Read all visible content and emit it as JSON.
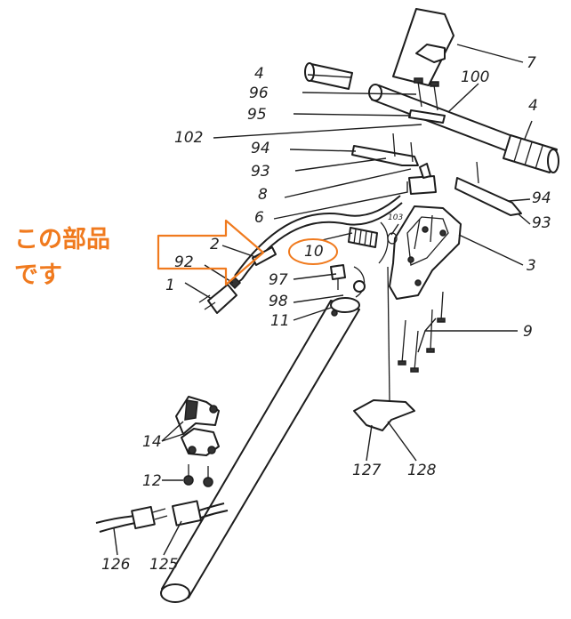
{
  "callout": {
    "line1": "この部品",
    "line2": "です",
    "color": "#f07a1e"
  },
  "labels": {
    "p1": "1",
    "p2": "2",
    "p3": "3",
    "p4a": "4",
    "p4b": "4",
    "p6": "6",
    "p7": "7",
    "p8": "8",
    "p9": "9",
    "p10": "10",
    "p11": "11",
    "p12": "12",
    "p14": "14",
    "p92": "92",
    "p93a": "93",
    "p93b": "93",
    "p94a": "94",
    "p94b": "94",
    "p95": "95",
    "p96": "96",
    "p97": "97",
    "p98": "98",
    "p100": "100",
    "p102": "102",
    "p103": "103",
    "p125": "125",
    "p126": "126",
    "p127": "127",
    "p128": "128"
  }
}
